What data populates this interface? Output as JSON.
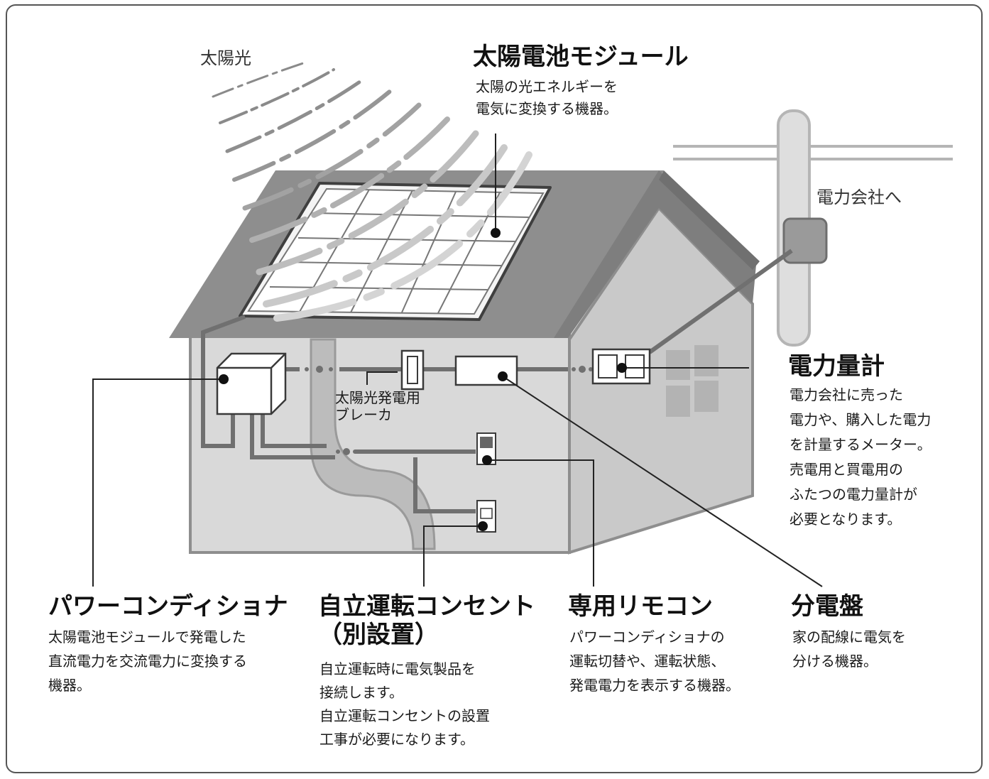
{
  "labels": {
    "sunlight": "太陽光",
    "to_power_company": "電力会社へ",
    "breaker": "太陽光発電用\nブレーカ"
  },
  "module": {
    "title": "太陽電池モジュール",
    "desc": "太陽の光エネルギーを\n電気に変換する機器。"
  },
  "meter": {
    "title": "電力量計",
    "desc": "電力会社に売った\n電力や、購入した電力\nを計量するメーター。\n売電用と買電用の\nふたつの電力量計が\n必要となります。"
  },
  "pcs": {
    "title": "パワーコンディショナ",
    "desc": "太陽電池モジュールで発電した\n直流電力を交流電力に変換する\n機器。"
  },
  "outlet": {
    "title": "自立運転コンセント\n（別設置）",
    "desc": "自立運転時に電気製品を\n接続します。\n自立運転コンセントの設置\n工事が必要になります。"
  },
  "remote": {
    "title": "専用リモコン",
    "desc": "パワーコンディショナの\n運転切替や、運転状態、\n発電電力を表示する機器。"
  },
  "panel": {
    "title": "分電盤",
    "desc": "家の配線に電気を\n分ける機器。"
  },
  "colors": {
    "roof": "#8e8e8e",
    "wall": "#d9d9d9",
    "wall_side": "#c4c4c4",
    "wire": "#707070",
    "leader": "#222222"
  }
}
